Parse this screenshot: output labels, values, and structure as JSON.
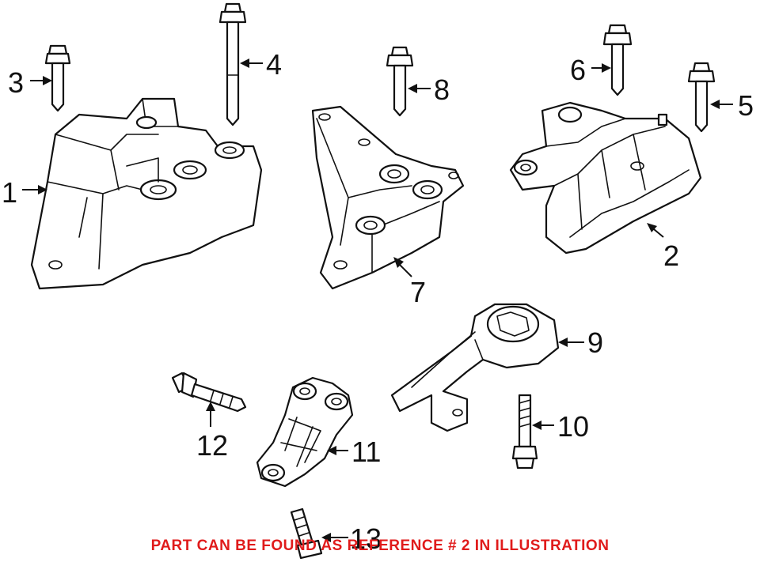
{
  "diagram": {
    "callouts": [
      "1",
      "2",
      "3",
      "4",
      "5",
      "6",
      "7",
      "8",
      "9",
      "10",
      "11",
      "12",
      "13"
    ],
    "caption": "PART CAN BE FOUND AS REFERENCE # 2 IN ILLUSTRATION",
    "caption_color": "#e01b1b"
  }
}
